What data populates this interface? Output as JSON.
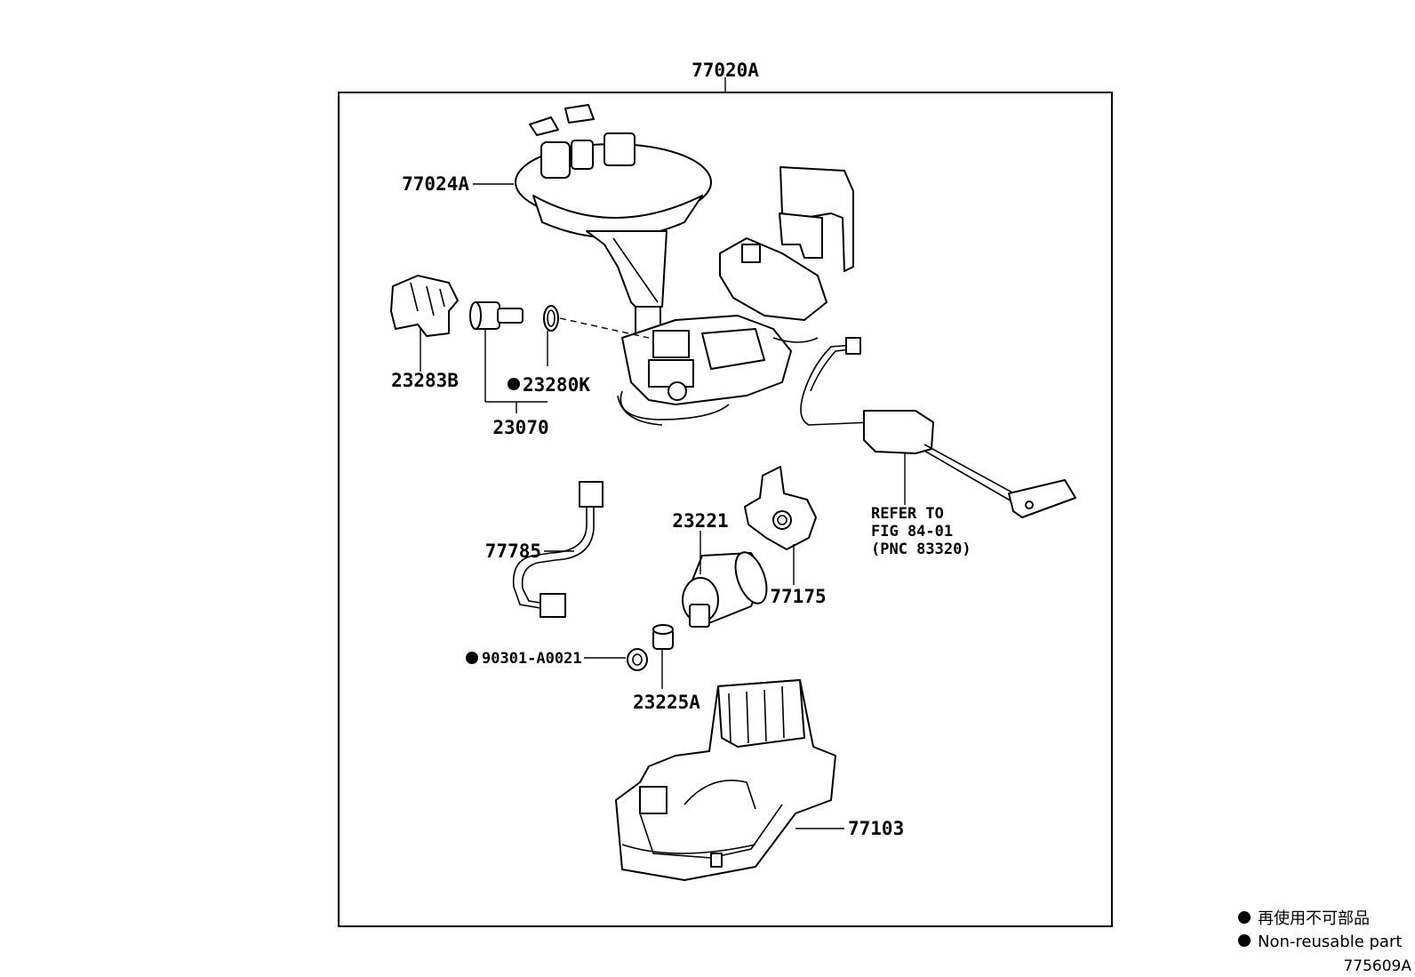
{
  "callouts": {
    "assembly": "77020A",
    "sender_gauge": "77024A",
    "filter_outer": "23283B",
    "filter_inner": "23280K",
    "filter_set": "23070",
    "wire_harness": "77785",
    "pump": "23221",
    "bracket": "77175",
    "gasket": "90301-A0021",
    "pump_filter": "23225A",
    "tube": "77103"
  },
  "reference_note": {
    "line1": "REFER TO",
    "line2": "FIG 84-01",
    "line3": "(PNC 83320)"
  },
  "legend": {
    "japanese": "再使用不可部品",
    "english": "Non-reusable part"
  },
  "figure_id": "775609A",
  "icons": {
    "non_reusable_marker": "filled-circle-icon"
  }
}
